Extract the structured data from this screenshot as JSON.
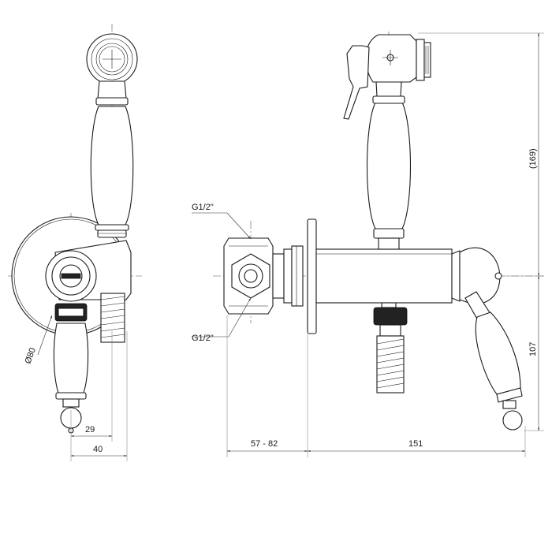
{
  "labels": {
    "thread_top": "G1/2\"",
    "thread_bottom": "G1/2\"",
    "rosette_diameter": "Ø80",
    "dim_29": "29",
    "dim_40": "40",
    "dim_57_82": "57 - 82",
    "dim_151": "151",
    "dim_169": "(169)",
    "dim_107": "107"
  }
}
